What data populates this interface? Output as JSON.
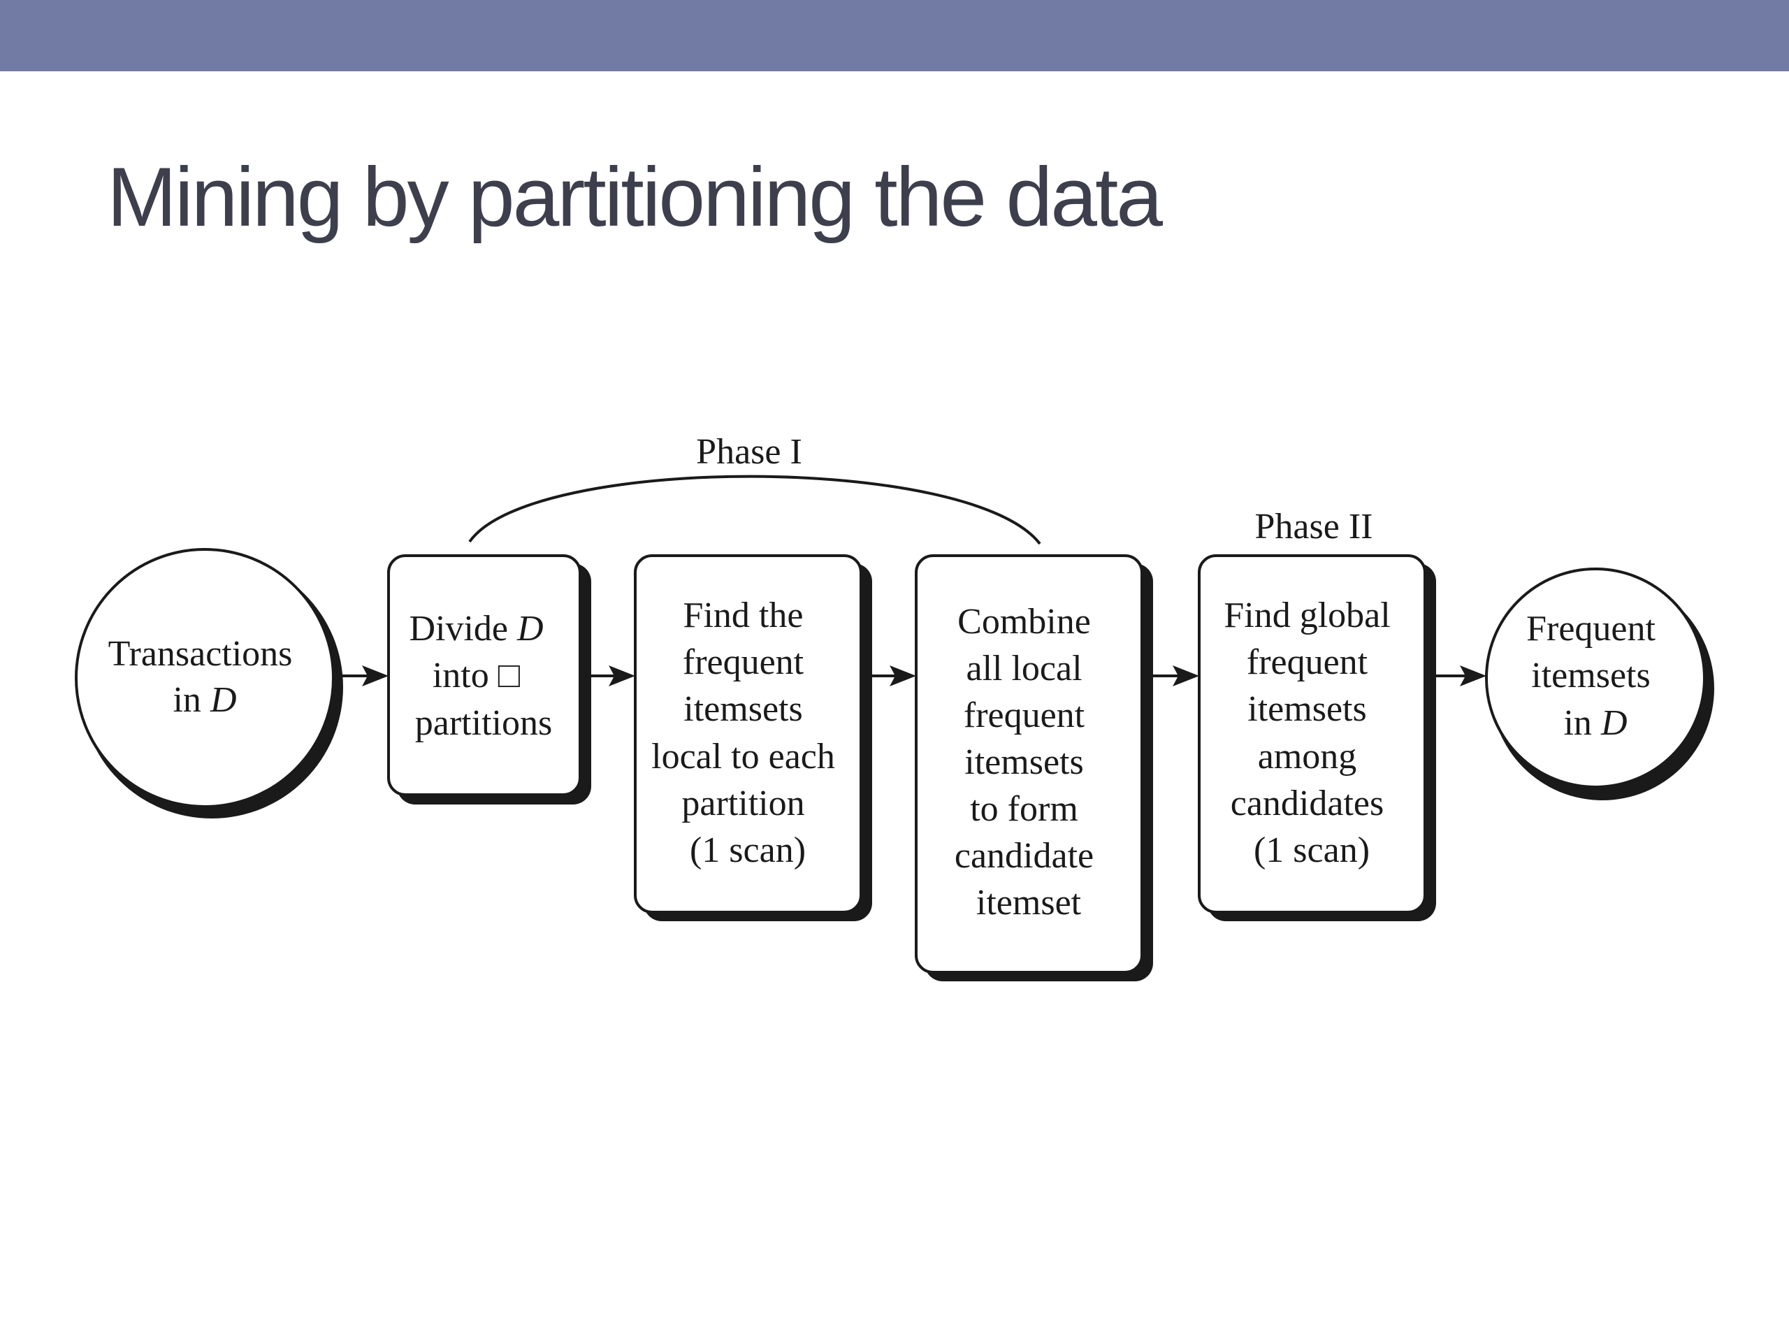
{
  "slide": {
    "title": "Mining by partitioning the data"
  },
  "diagram": {
    "phase_labels": [
      "Phase I",
      "Phase II"
    ],
    "nodes": [
      {
        "lines": [
          "Transactions",
          "in D"
        ]
      },
      {
        "lines": [
          "Divide D",
          "into □",
          "partitions"
        ]
      },
      {
        "lines": [
          "Find the",
          "frequent",
          "itemsets",
          "local to each",
          "partition",
          "(1 scan)"
        ]
      },
      {
        "lines": [
          "Combine",
          "all local",
          "frequent",
          "itemsets",
          "to form",
          "candidate",
          "itemset"
        ]
      },
      {
        "lines": [
          "Find global",
          "frequent",
          "itemsets",
          "among",
          "candidates",
          "(1 scan)"
        ]
      },
      {
        "lines": [
          "Frequent",
          "itemsets",
          "in D"
        ]
      }
    ]
  },
  "colors": {
    "top_bar": "#717ba3",
    "title_text": "#3d3f4d",
    "diagram_ink": "#1a1a1a"
  }
}
